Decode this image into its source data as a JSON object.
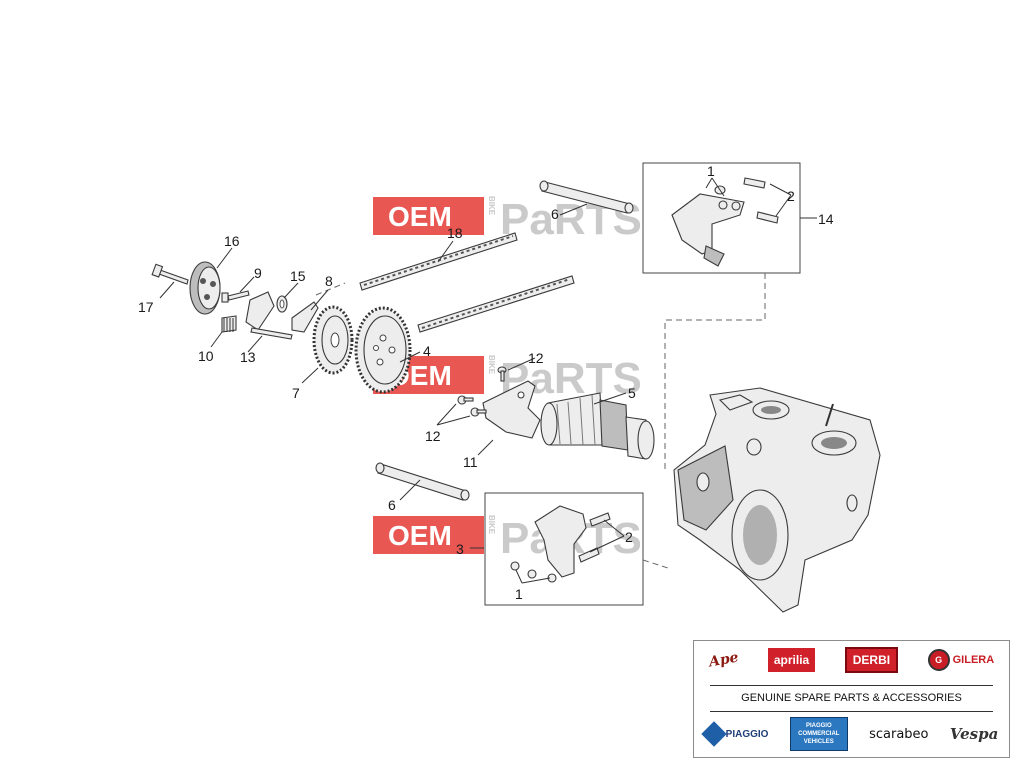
{
  "callouts": {
    "c1a": "1",
    "c1b": "1",
    "c2a": "2",
    "c2b": "2",
    "c3": "3",
    "c4": "4",
    "c5": "5",
    "c6a": "6",
    "c6b": "6",
    "c7": "7",
    "c8": "8",
    "c9": "9",
    "c10": "10",
    "c11": "11",
    "c12a": "12",
    "c12b": "12",
    "c13": "13",
    "c14": "14",
    "c15": "15",
    "c16": "16",
    "c17": "17",
    "c18": "18"
  },
  "watermark": {
    "left": "OEM",
    "middle": "BIKE",
    "right": "PaRTS"
  },
  "brand_panel": {
    "logos_top": [
      "Ape",
      "aprilia",
      "DERBI",
      "GILERA"
    ],
    "tagline": "GENUINE SPARE PARTS & ACCESSORIES",
    "logos_bottom": [
      "PIAGGIO",
      "PIAGGIO COMMERCIAL VEHICLES",
      "scarabeo",
      "Vespa"
    ],
    "commercial_lines": [
      "PIAGGIO",
      "COMMERCIAL",
      "VEHICLES"
    ]
  },
  "colors": {
    "watermark_red": "#e53935",
    "accent_red": "#d0202a",
    "piaggio_blue": "#1f5fa8"
  },
  "icons": {
    "gilera": "gilera-emblem-icon",
    "piaggio": "piaggio-diamond-icon"
  }
}
